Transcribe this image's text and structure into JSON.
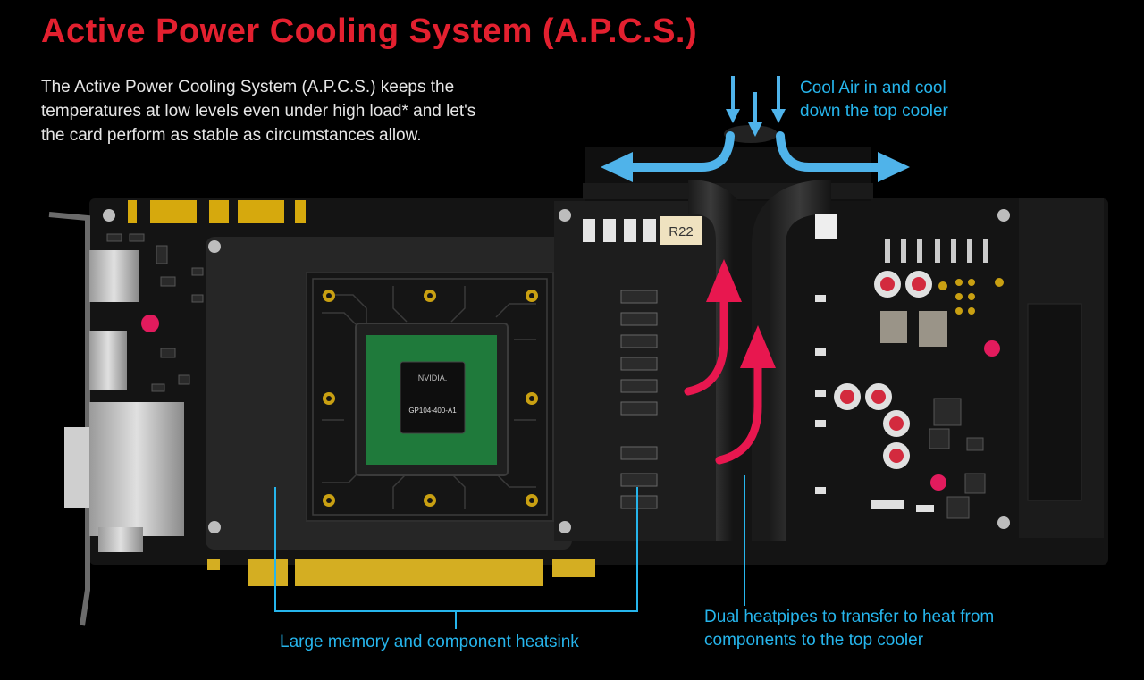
{
  "title": "Active Power Cooling System  (A.P.C.S.)",
  "description": [
    "The Active Power Cooling System (A.P.C.S.) keeps the",
    "temperatures at low levels even under high load* and let's",
    "the card perform as stable as circumstances allow."
  ],
  "callouts": {
    "cool_air": [
      "Cool Air in and cool",
      "down the top cooler"
    ],
    "heatsink": [
      "Large memory and component heatsink"
    ],
    "heatpipes": [
      "Dual heatpipes to transfer to heat from",
      "components to the top cooler"
    ]
  },
  "board_labels": {
    "resistor": "R22",
    "chip_brand": "NVIDIA.",
    "chip_model": "GP104-400-A1"
  },
  "colors": {
    "title": "#e3202f",
    "callout": "#26b5ec",
    "hot_air": "#e8174f",
    "cool_air": "#4fb3ea",
    "gpu_substrate": "#1f7a3b"
  }
}
